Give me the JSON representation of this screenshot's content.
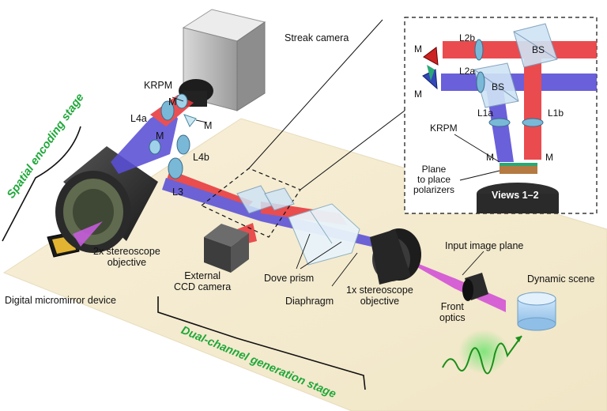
{
  "labels": {
    "streak_camera": "Streak camera",
    "krpm": "KRPM",
    "m_top": "M",
    "m_krpm": "M",
    "m_mid": "M",
    "l4a": "L4a",
    "l4b": "L4b",
    "l3": "L3",
    "objective_2x": "2x stereoscope\nobjective",
    "dmd": "Digital micromirror device",
    "ccd": "External\nCCD camera",
    "dove": "Dove prism",
    "diaphragm": "Diaphragm",
    "objective_1x": "1x stereoscope\nobjective",
    "input_plane": "Input image plane",
    "front_optics": "Front\noptics",
    "dynamic_scene": "Dynamic scene"
  },
  "stages": {
    "spatial": "Spatial encoding stage",
    "dual": "Dual-channel generation stage"
  },
  "inset": {
    "m1": "M",
    "m2": "M",
    "l2b": "L2b",
    "l2a": "L2a",
    "bs_top": "BS",
    "bs_mid": "BS",
    "l1a": "L1a",
    "l1b": "L1b",
    "krpm": "KRPM",
    "m_left": "M",
    "m_right": "M",
    "plane": "Plane\nto place\npolarizers",
    "views": "Views 1–2"
  },
  "colors": {
    "red_beam": "#e8383c",
    "blue_beam": "#5a4fd6",
    "magenta_beam": "#d24fd6",
    "stage_label": "#1fa83a",
    "table": "#f5ecd2"
  }
}
